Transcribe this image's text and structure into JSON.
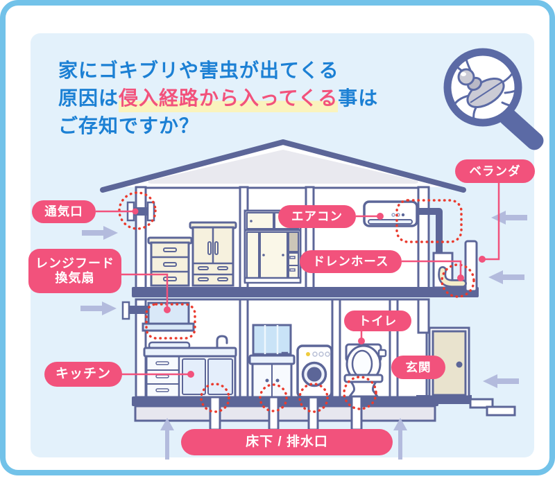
{
  "title": {
    "line1": "家にゴキブリや害虫が出てくる",
    "line2_prefix": "原因は",
    "line2_highlight": "侵入経路から入ってくる",
    "line2_suffix": "事は",
    "line3": "ご存知ですか？"
  },
  "labels": {
    "vent": "通気口",
    "range_hood_line1": "レンジフード",
    "range_hood_line2": "換気扇",
    "aircon": "エアコン",
    "drain_hose": "ドレンホース",
    "veranda": "ベランダ",
    "toilet": "トイレ",
    "entrance": "玄関",
    "kitchen": "キッチン",
    "underfloor_drain": "床下 / 排水口"
  },
  "colors": {
    "accent_pink": "#F2527C",
    "title_blue": "#1C80D4",
    "highlight_yellow": "#FAF3BD",
    "house_outline": "#5C6698",
    "dotted_red": "#EA3B2E",
    "frame_blue": "#72C2E9",
    "panel_blue": "#E3F1FB"
  },
  "icons": {
    "magnifier": "magnifier-cockroach-icon"
  }
}
